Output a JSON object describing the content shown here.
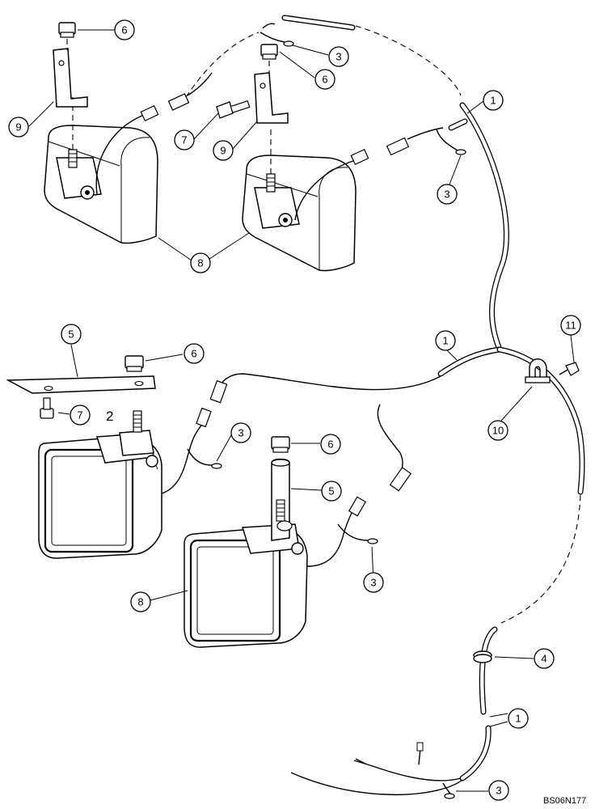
{
  "figure_code": "BS06N177",
  "inline_label": "2",
  "callouts": [
    {
      "label": "6"
    },
    {
      "label": "3"
    },
    {
      "label": "6"
    },
    {
      "label": "9"
    },
    {
      "label": "7"
    },
    {
      "label": "9"
    },
    {
      "label": "1"
    },
    {
      "label": "3"
    },
    {
      "label": "8"
    },
    {
      "label": "5"
    },
    {
      "label": "6"
    },
    {
      "label": "7"
    },
    {
      "label": "1"
    },
    {
      "label": "11"
    },
    {
      "label": "10"
    },
    {
      "label": "3"
    },
    {
      "label": "6"
    },
    {
      "label": "5"
    },
    {
      "label": "8"
    },
    {
      "label": "3"
    },
    {
      "label": "4"
    },
    {
      "label": "1"
    },
    {
      "label": "3"
    }
  ]
}
